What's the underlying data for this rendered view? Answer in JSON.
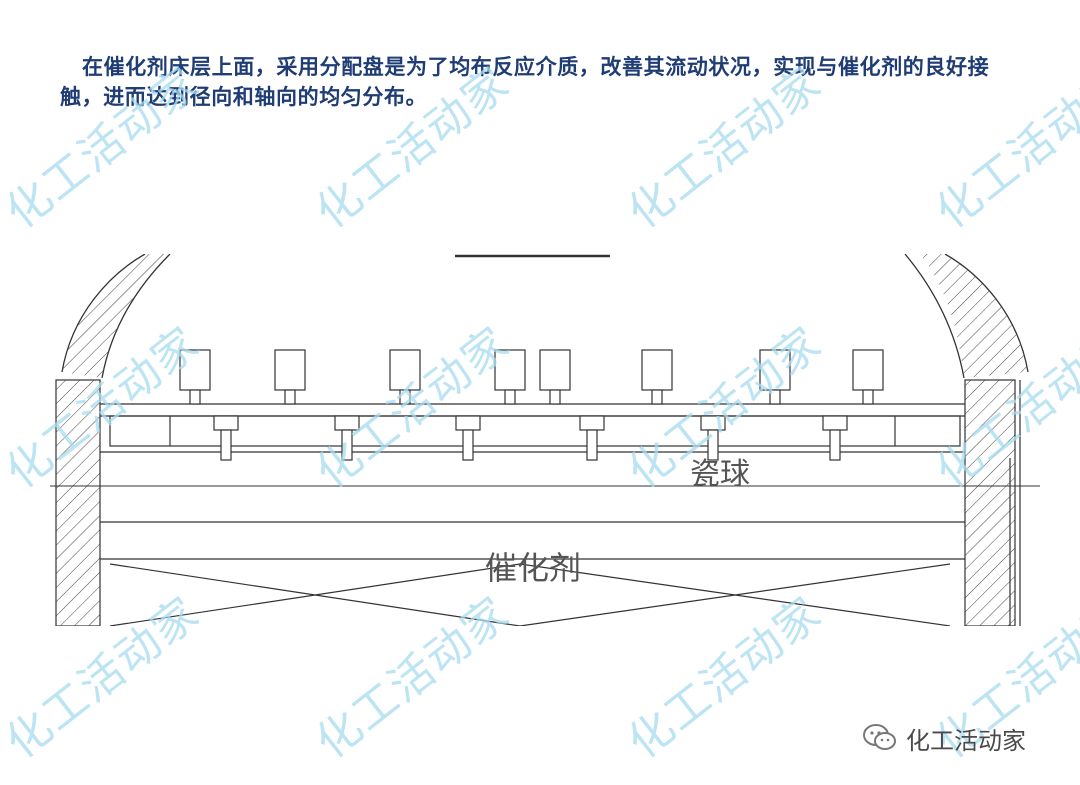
{
  "caption": "在催化剂床层上面，采用分配盘是为了均布反应介质，改善其流动状况，实现与催化剂的良好接触，进而达到径向和轴向的均匀分布。",
  "diagram": {
    "label_ceramic_balls": "瓷球",
    "label_catalyst": "催化剂"
  },
  "watermark": {
    "text": "化工活动家"
  },
  "badge": {
    "icon": "wechat-icon",
    "text": "化工活动家"
  },
  "colors": {
    "caption": "#1f3c74",
    "watermark": "#a8dcef",
    "line": "#333333"
  }
}
